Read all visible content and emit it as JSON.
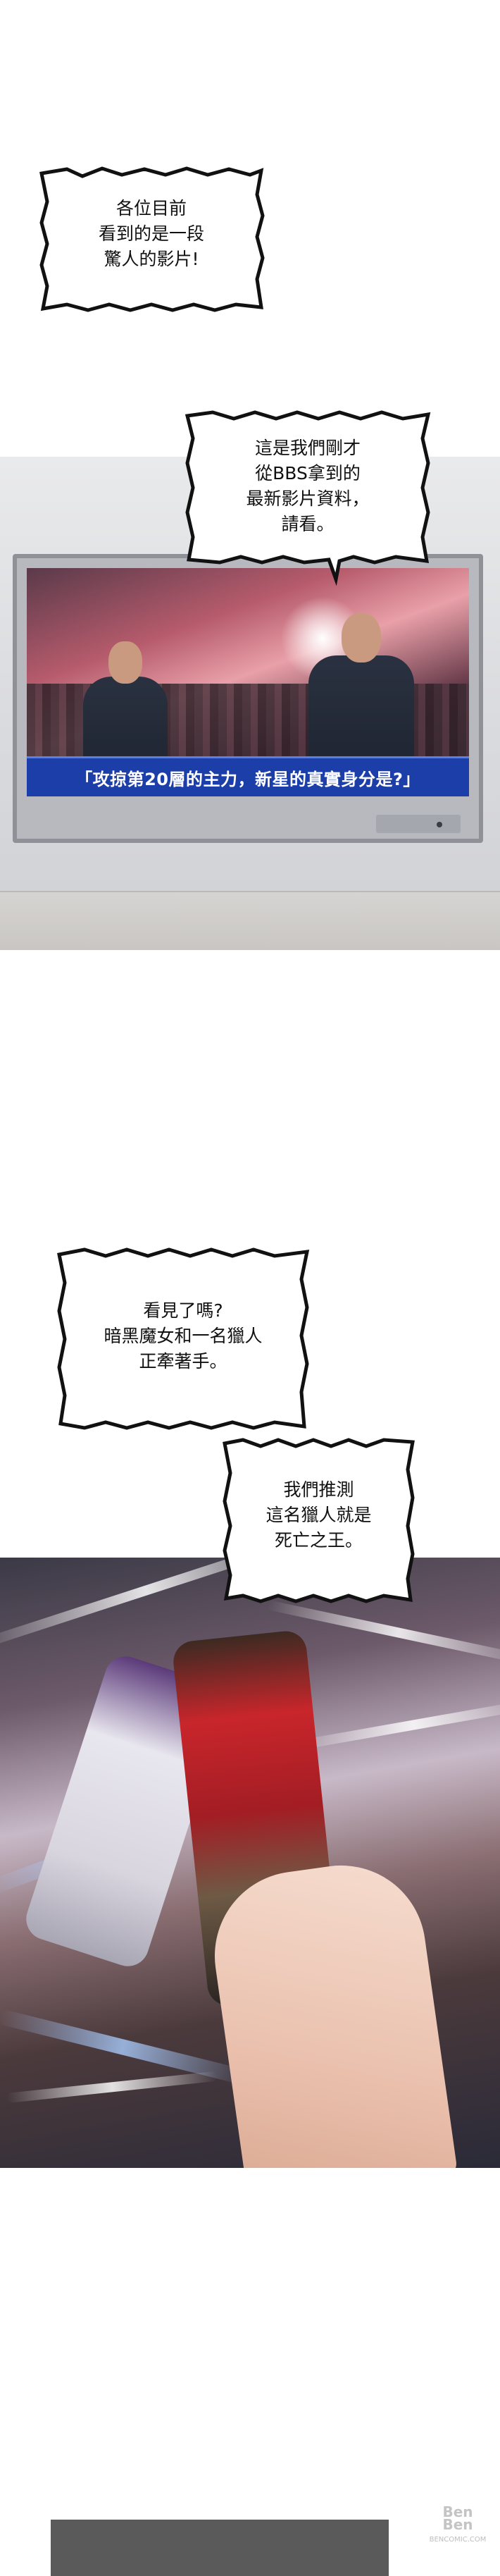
{
  "bubbles": {
    "b1": "各位目前\n看到的是一段\n驚人的影片!",
    "b2": "這是我們剛才\n從BBS拿到的\n最新影片資料，\n請看。",
    "b3": "看見了嗎?\n暗黑魔女和一名獵人\n正牽著手。",
    "b4": "我們推測\n這名獵人就是\n死亡之王。"
  },
  "tv": {
    "caption": "「攻掠第20層的主力，新星的真實身分是?」"
  },
  "watermark": {
    "line1": "Ben",
    "line2": "Ben",
    "site": "BENCOMIC.COM"
  },
  "colors": {
    "caption_bar": "#1b3ea8",
    "bubble_border": "#111111"
  }
}
